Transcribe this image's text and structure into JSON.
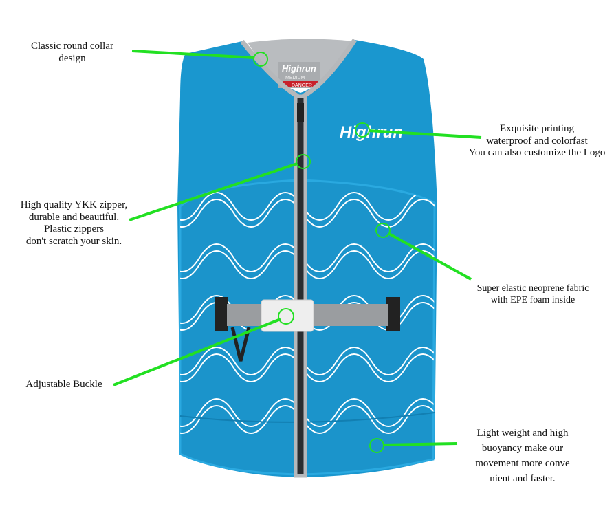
{
  "colors": {
    "vest": "#1a97cf",
    "vest_dark": "#127fb2",
    "trim": "#b5b8bb",
    "zipper": "#2a2d30",
    "callout": "#22e022",
    "belt": "#9a9da0"
  },
  "vest": {
    "logo": "Highrun",
    "label_brand": "Highrun",
    "label_size": "MEDIUM",
    "label_warning": "DANGER"
  },
  "callouts": [
    {
      "id": "collar",
      "lines": [
        "Classic round collar",
        "design"
      ]
    },
    {
      "id": "logo",
      "lines": [
        "Exquisite printing",
        "waterproof and colorfast",
        "You can also customize the Logo"
      ]
    },
    {
      "id": "zipper",
      "lines": [
        "High quality YKK zipper,",
        "durable and beautiful.",
        "Plastic zippers",
        "don't scratch your skin."
      ]
    },
    {
      "id": "fabric",
      "lines": [
        "Super elastic neoprene fabric",
        "with EPE foam inside"
      ]
    },
    {
      "id": "buckle",
      "lines": [
        "Adjustable Buckle"
      ]
    },
    {
      "id": "buoyancy",
      "lines": [
        "Light weight and high",
        "buoyancy make our",
        "movement more conve",
        "nient and faster."
      ]
    }
  ]
}
